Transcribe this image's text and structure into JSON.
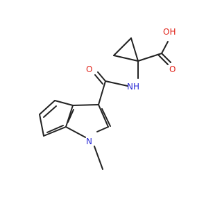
{
  "molecule": {
    "atoms": {
      "oh": "OH",
      "o_acid": "O",
      "o_amide": "O",
      "nh": "NH",
      "n_indole": "N"
    }
  },
  "colors": {
    "bond": "#222222",
    "oxygen": "#e0241b",
    "nitrogen": "#2b2bd6",
    "background": "#ffffff"
  }
}
